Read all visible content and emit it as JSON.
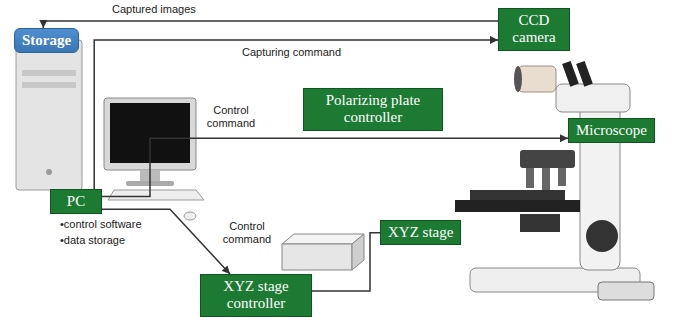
{
  "diagram": {
    "nodes": [
      {
        "text": [
          "Storage"
        ]
      },
      {
        "text": [
          "CCD camera"
        ]
      },
      {
        "text": [
          "Polarizing plate controller"
        ]
      },
      {
        "text": [
          "Microscope"
        ]
      },
      {
        "text": [
          "PC"
        ]
      },
      {
        "text": [
          "XYZ stage"
        ]
      },
      {
        "text": [
          "XYZ stage controller"
        ]
      }
    ],
    "edges": [
      {
        "from": 1,
        "to": 0,
        "label": "Captured images",
        "arrow": "to"
      },
      {
        "from": 4,
        "to": 1,
        "label": "Capturing command",
        "arrow": "to"
      },
      {
        "from": 4,
        "to": 3,
        "label": "Control command",
        "arrow": "to"
      },
      {
        "from": 4,
        "to": 6,
        "label": "Control command",
        "arrow": "to"
      },
      {
        "from": 6,
        "to": 5,
        "arrow": "none"
      }
    ],
    "labels": [
      "•control software",
      "•data storage"
    ]
  }
}
